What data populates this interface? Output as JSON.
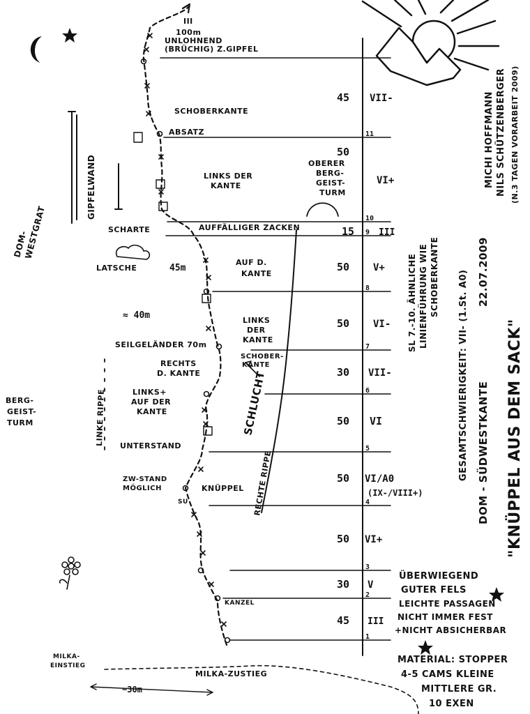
{
  "route": {
    "title": "\"KNÜPPEL AUS DEM SACK\"",
    "location": "DOM - SÜDWESTKANTE",
    "date": "22.07.2009",
    "grade_overall": "GESAMTSCHWIERIGKEIT: VII- (1.St. A0)",
    "authors": [
      "MICHI HOFFMANN",
      "NILS SCHÜTZENBERGER"
    ],
    "authors_note": "(N.3 TAGEN VORARBEIT 2009)",
    "pitch_note": [
      "SL 7.-10. ÄHNLICHE",
      "LINIENFÜHRUNG WIE",
      "SCHOBERKANTE"
    ]
  },
  "pitches": [
    {
      "number": "1",
      "length": "45",
      "grade": "III"
    },
    {
      "number": "2",
      "length": "30",
      "grade": "V"
    },
    {
      "number": "3",
      "length": "50",
      "grade": "VI+"
    },
    {
      "number": "4",
      "length": "50",
      "grade": "VI/A0",
      "grade_extra": "(IX-/VIII+)"
    },
    {
      "number": "5",
      "length": "50",
      "grade": "VI"
    },
    {
      "number": "6",
      "length": "30",
      "grade": "VII-"
    },
    {
      "number": "7",
      "length": "50",
      "grade": "VI-"
    },
    {
      "number": "8",
      "length": "50",
      "grade": "V+"
    },
    {
      "number": "9",
      "length": "15",
      "grade": "III"
    },
    {
      "number": "10",
      "length": "50",
      "grade": "VI+"
    },
    {
      "number": "11",
      "length": "45",
      "grade": "VII-"
    }
  ],
  "labels": {
    "summit_grade": "III",
    "summit_1": "100m",
    "summit_2": "UNLOHNEND",
    "summit_3": "(BRÜCHIG) Z.GIPFEL",
    "schoberkante_top": "SCHOBERKANTE",
    "absatz": "ABSATZ",
    "links_der_kante_1": "LINKS DER",
    "links_der_kante_2": "KANTE",
    "oberer_1": "OBERER",
    "oberer_2": "BERG-",
    "oberer_3": "GEIST-",
    "oberer_4": "TURM",
    "gipfelwand": "GIPFELWAND",
    "dom_westgrat_1": "DOM-",
    "dom_westgrat_2": "WESTGRAT",
    "scharte": "SCHARTE",
    "zacken": "AUFFÄLLIGER ZACKEN",
    "latsche": "LATSCHE",
    "m45": "45m",
    "auf_d_kante_1": "AUF D.",
    "auf_d_kante_2": "KANTE",
    "m40": "≈ 40m",
    "links_der_kante2_1": "LINKS",
    "links_der_kante2_2": "DER",
    "links_der_kante2_3": "KANTE",
    "seilgelaender": "SEILGELÄNDER 70m",
    "schoberkante_mid_1": "SCHOBER-",
    "schoberkante_mid_2": "KANTE",
    "rechts_d_kante_1": "RECHTS",
    "rechts_d_kante_2": "D. KANTE",
    "schlucht": "SCHLUCHT",
    "links_auf_1": "LINKS+",
    "links_auf_2": "AUF DER",
    "links_auf_3": "KANTE",
    "berg_1": "BERG-",
    "berg_2": "GEIST-",
    "berg_3": "TURM",
    "linke_rippe": "LINKE RIPPE",
    "rechte_rippe": "RECHTE RIPPE",
    "unterstand": "UNTERSTAND",
    "zw_stand_1": "ZW-STAND",
    "zw_stand_2": "MÖGLICH",
    "knueppel": "KNÜPPEL",
    "su": "SU",
    "kanzel": "KANZEL",
    "milka_einstieg_1": "MILKA-",
    "milka_einstieg_2": "EINSTIEG",
    "milka_zustieg": "MILKA-ZUSTIEG",
    "scale": "~30m"
  },
  "notes": {
    "rock_1": "ÜBERWIEGEND",
    "rock_2": "GUTER FELS",
    "rock_3": "LEICHTE PASSAGEN",
    "rock_4": "NICHT IMMER FEST",
    "rock_5": "+NICHT ABSICHERBAR",
    "material_1": "MATERIAL: STOPPER",
    "material_2": "4-5 CAMS KLEINE",
    "material_3": "MITTLERE GR.",
    "material_4": "10 EXEN"
  },
  "icons": [
    "moon-icon",
    "star-icon",
    "sun-icon",
    "flower-icon",
    "bush-icon",
    "arrow-icon"
  ]
}
